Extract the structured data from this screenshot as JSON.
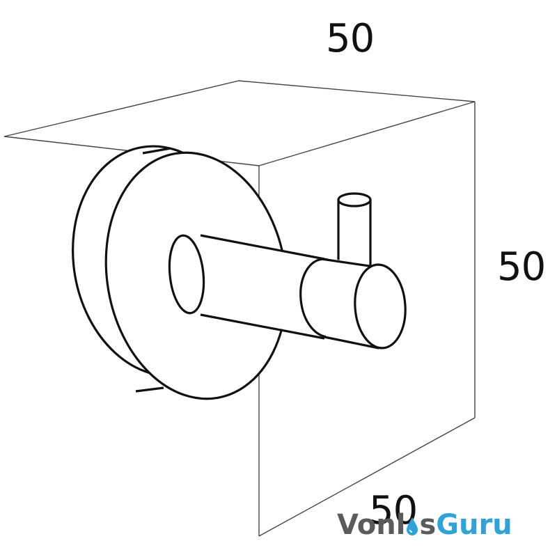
{
  "dimensions": {
    "width_label": "50",
    "height_label": "50",
    "depth_label": "50"
  },
  "watermark": {
    "text_left": "Vonl",
    "text_mid": "s",
    "text_right": "Guru",
    "drop_icon": "water-drop-icon",
    "color_text": "#5b5b5b",
    "color_accent": "#2ea3da"
  },
  "colors": {
    "outline": "#111111",
    "box_edge": "#444444",
    "background": "#ffffff"
  }
}
